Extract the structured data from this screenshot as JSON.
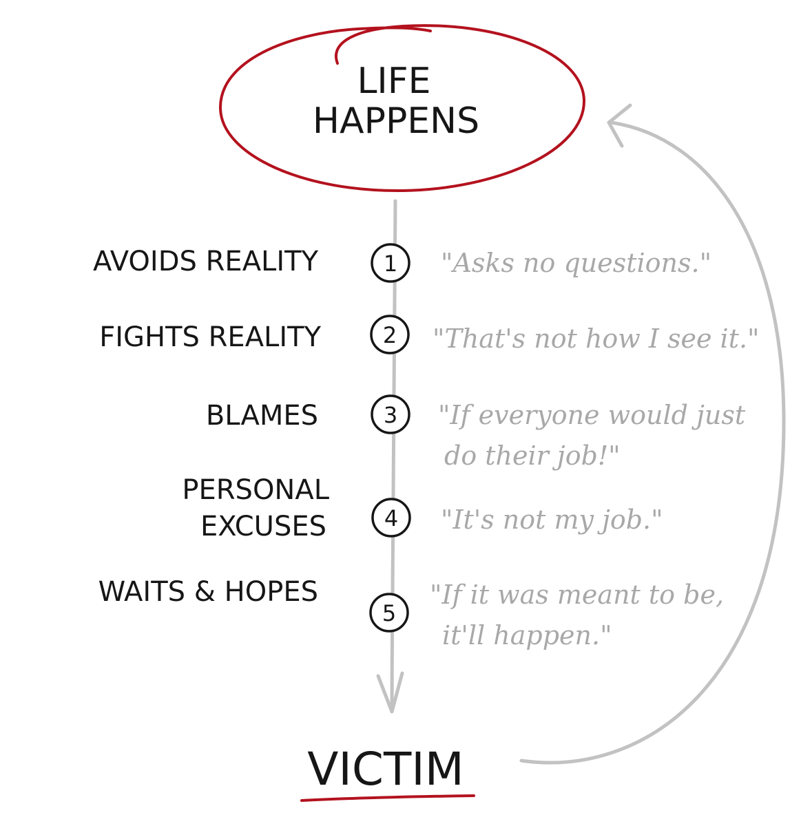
{
  "title": "LIFE HAPPENS",
  "title_lines": [
    "LIFE",
    "HAPPENS"
  ],
  "steps": [
    {
      "number": "1",
      "label_lines": [
        "AVOIDS REALITY"
      ],
      "quote_lines": [
        "\"Asks no questions.\""
      ]
    },
    {
      "number": "2",
      "label_lines": [
        "FIGHTS REALITY"
      ],
      "quote_lines": [
        "\"That's not how I see it.\""
      ]
    },
    {
      "number": "3",
      "label_lines": [
        "BLAMES"
      ],
      "quote_lines": [
        "\"If everyone would just",
        "do their job!\""
      ]
    },
    {
      "number": "4",
      "label_lines": [
        "PERSONAL",
        "EXCUSES"
      ],
      "quote_lines": [
        "\"It's not my job.\""
      ]
    },
    {
      "number": "5",
      "label_lines": [
        "WAITS & HOPES"
      ],
      "quote_lines": [
        "\"If it was meant to be,",
        "it'll happen.\""
      ]
    }
  ],
  "outcome": "VICTIM",
  "colors": {
    "ink": "#161616",
    "accent_red": "#b3121e",
    "pencil_gray": "#c2c2c2",
    "quote_gray": "#a8a8a8"
  }
}
